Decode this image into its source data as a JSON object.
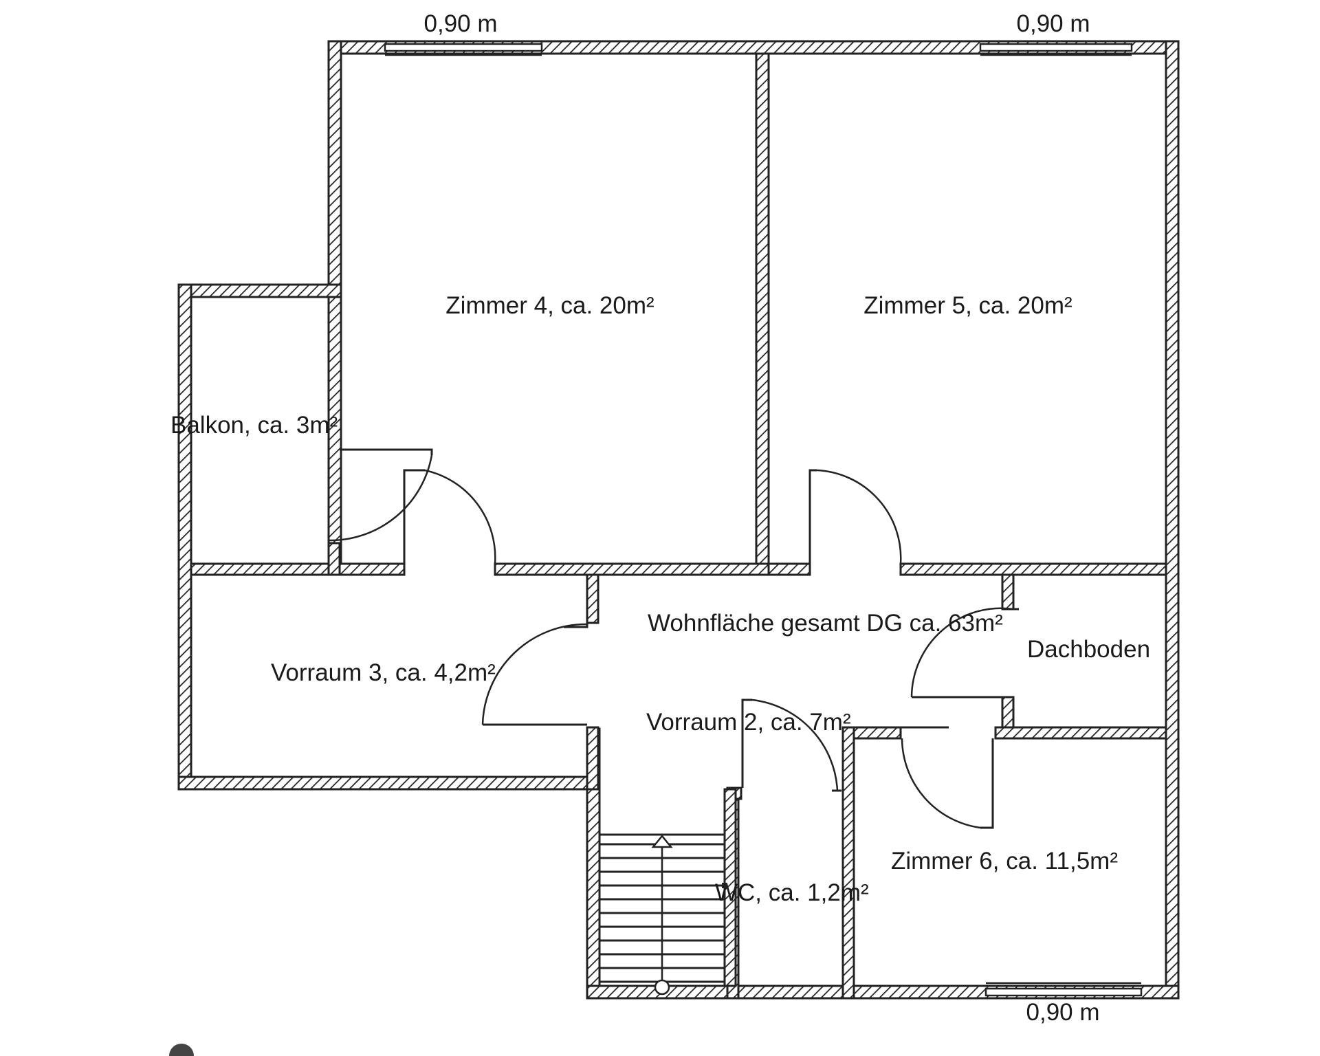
{
  "plan": {
    "rooms": [
      {
        "id": "zimmer4",
        "label": "Zimmer 4, ca. 20m²"
      },
      {
        "id": "zimmer5",
        "label": "Zimmer 5, ca. 20m²"
      },
      {
        "id": "balkon",
        "label": "Balkon, ca. 3m²"
      },
      {
        "id": "wohnflaeche",
        "label": "Wohnfläche gesamt DG ca. 63m²"
      },
      {
        "id": "dachboden",
        "label": "Dachboden"
      },
      {
        "id": "vorraum3",
        "label": "Vorraum 3, ca. 4,2m²"
      },
      {
        "id": "vorraum2",
        "label": "Vorraum 2, ca. 7m²"
      },
      {
        "id": "zimmer6",
        "label": "Zimmer 6, ca. 11,5m²"
      },
      {
        "id": "wc",
        "label": "WC, ca. 1,2m²"
      }
    ],
    "windows": [
      {
        "id": "window-top-left",
        "label": "0,90 m"
      },
      {
        "id": "window-top-right",
        "label": "0,90 m"
      },
      {
        "id": "window-bottom",
        "label": "0,90 m"
      }
    ],
    "colors": {
      "line": "#222222",
      "background": "#ffffff"
    }
  }
}
